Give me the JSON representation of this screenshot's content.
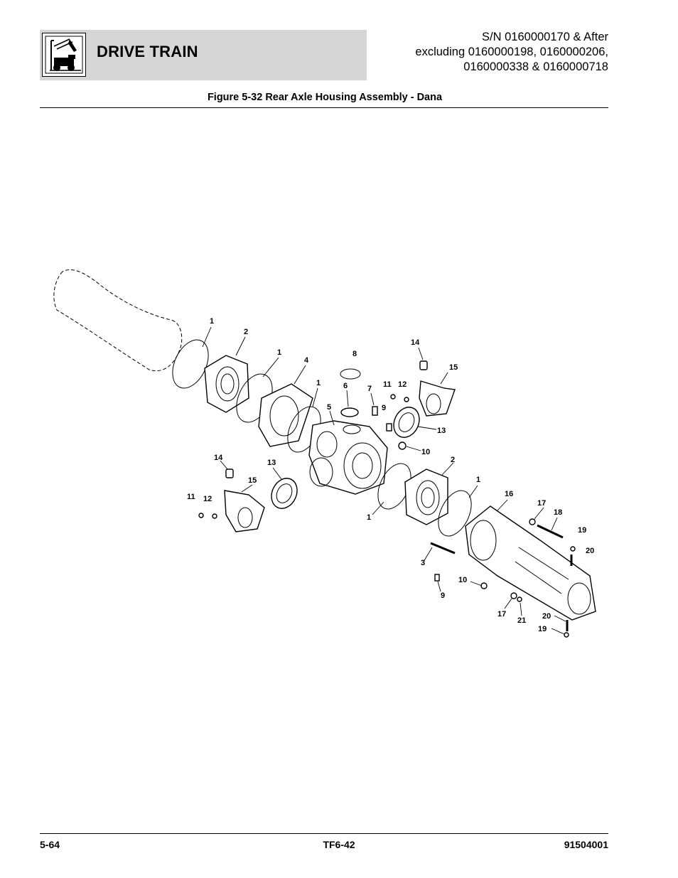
{
  "header": {
    "section_title": "DRIVE TRAIN",
    "icon": "lift-truck-icon",
    "serial_lines": [
      "S/N 0160000170 & After",
      "excluding 0160000198, 0160000206,",
      "0160000338 & 0160000718"
    ]
  },
  "figure": {
    "title": "Figure 5-32 Rear Axle Housing Assembly - Dana",
    "callouts": [
      "1",
      "2",
      "1",
      "4",
      "1",
      "8",
      "6",
      "7",
      "5",
      "11",
      "12",
      "14",
      "15",
      "9",
      "13",
      "10",
      "14",
      "13",
      "15",
      "11",
      "12",
      "2",
      "1",
      "1",
      "16",
      "17",
      "18",
      "19",
      "20",
      "3",
      "10",
      "9",
      "17",
      "21",
      "20",
      "19"
    ]
  },
  "footer": {
    "page": "5-64",
    "model": "TF6-42",
    "doc_number": "91504001"
  }
}
